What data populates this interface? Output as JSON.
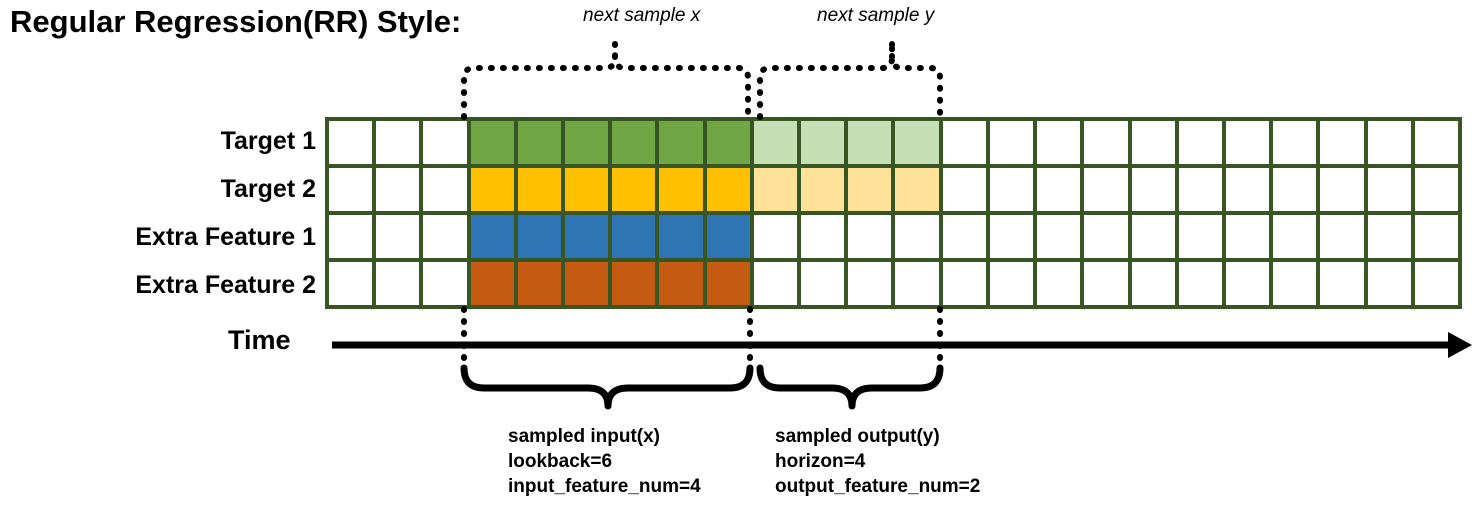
{
  "title": "Regular Regression(RR) Style:",
  "top_annotations": {
    "next_sample_x": "next sample x",
    "next_sample_y": "next sample y"
  },
  "row_labels": [
    "Target 1",
    "Target 2",
    "Extra Feature 1",
    "Extra Feature 2"
  ],
  "axis": {
    "label": "Time"
  },
  "grid": {
    "columns": 24,
    "rows": 4,
    "input_start_col": 3,
    "lookback": 6,
    "horizon": 4,
    "cells": [
      [
        "white",
        "white",
        "white",
        "green",
        "green",
        "green",
        "green",
        "green",
        "green",
        "green-lt",
        "green-lt",
        "green-lt",
        "green-lt",
        "white",
        "white",
        "white",
        "white",
        "white",
        "white",
        "white",
        "white",
        "white",
        "white",
        "white"
      ],
      [
        "white",
        "white",
        "white",
        "gold",
        "gold",
        "gold",
        "gold",
        "gold",
        "gold",
        "gold-lt",
        "gold-lt",
        "gold-lt",
        "gold-lt",
        "white",
        "white",
        "white",
        "white",
        "white",
        "white",
        "white",
        "white",
        "white",
        "white",
        "white"
      ],
      [
        "white",
        "white",
        "white",
        "blue",
        "blue",
        "blue",
        "blue",
        "blue",
        "blue",
        "white",
        "white",
        "white",
        "white",
        "white",
        "white",
        "white",
        "white",
        "white",
        "white",
        "white",
        "white",
        "white",
        "white",
        "white"
      ],
      [
        "white",
        "white",
        "white",
        "orange",
        "orange",
        "orange",
        "orange",
        "orange",
        "orange",
        "white",
        "white",
        "white",
        "white",
        "white",
        "white",
        "white",
        "white",
        "white",
        "white",
        "white",
        "white",
        "white",
        "white",
        "white"
      ]
    ]
  },
  "captions": {
    "input": {
      "line1": "sampled input(x)",
      "line2": "lookback=6",
      "line3": "input_feature_num=4"
    },
    "output": {
      "line1": "sampled output(y)",
      "line2": "horizon=4",
      "line3": "output_feature_num=2"
    }
  },
  "colors": {
    "border": "#375623",
    "green": "#70A744",
    "green_light": "#C5E0B4",
    "gold": "#FFC000",
    "gold_light": "#FFE299",
    "blue": "#2E75B6",
    "orange": "#C55A11",
    "black": "#000000"
  }
}
